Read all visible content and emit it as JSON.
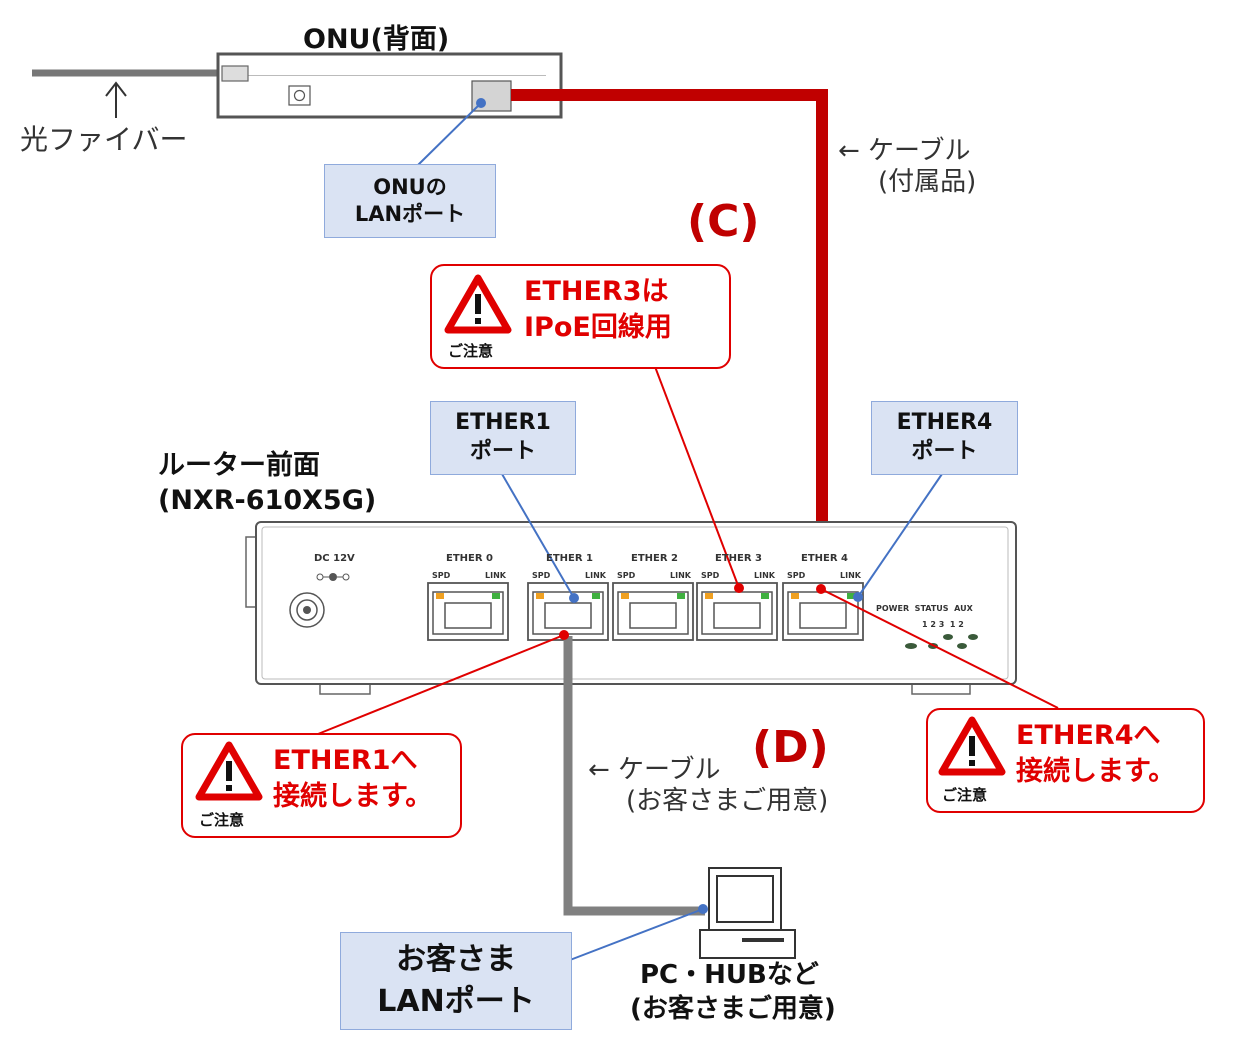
{
  "onu": {
    "title": "ONU(背面)",
    "fiber_label": "光ファイバー",
    "lan_port_box": [
      "ONUの",
      "LANポート"
    ]
  },
  "cable_c": {
    "label_line1": "← ケーブル",
    "label_line2": "(付属品)",
    "letter": "(C)"
  },
  "cable_d": {
    "label_line1": "← ケーブル",
    "label_line2": "(お客さまご用意)",
    "letter": "(D)"
  },
  "router": {
    "title_line1": "ルーター前面",
    "title_line2": "(NXR-610X5G)",
    "dc_label": "DC 12V",
    "ports": [
      "ETHER 0",
      "ETHER 1",
      "ETHER 2",
      "ETHER 3",
      "ETHER 4"
    ],
    "spd": "SPD",
    "link": "LINK",
    "led_header": "POWER  STATUS  AUX",
    "led_numbers": "1 2 3  1 2"
  },
  "port_boxes": {
    "ether1": [
      "ETHER1",
      "ポート"
    ],
    "ether4": [
      "ETHER4",
      "ポート"
    ]
  },
  "warnings": {
    "caution": "ご注意",
    "ether3": [
      "ETHER3は",
      "IPoE回線用"
    ],
    "ether1": [
      "ETHER1へ",
      "接続します。"
    ],
    "ether4": [
      "ETHER4へ",
      "接続します。"
    ]
  },
  "customer": {
    "lan_box": [
      "お客さま",
      "LANポート"
    ],
    "pc_line1": "PC・HUBなど",
    "pc_line2": "(お客さまご用意)"
  },
  "colors": {
    "red_cable": "#c00000",
    "gray_cable": "#808080",
    "warning_red": "#e00000",
    "box_fill": "#dae3f3",
    "box_border": "#8faadc",
    "leader_blue": "#4472c4"
  }
}
